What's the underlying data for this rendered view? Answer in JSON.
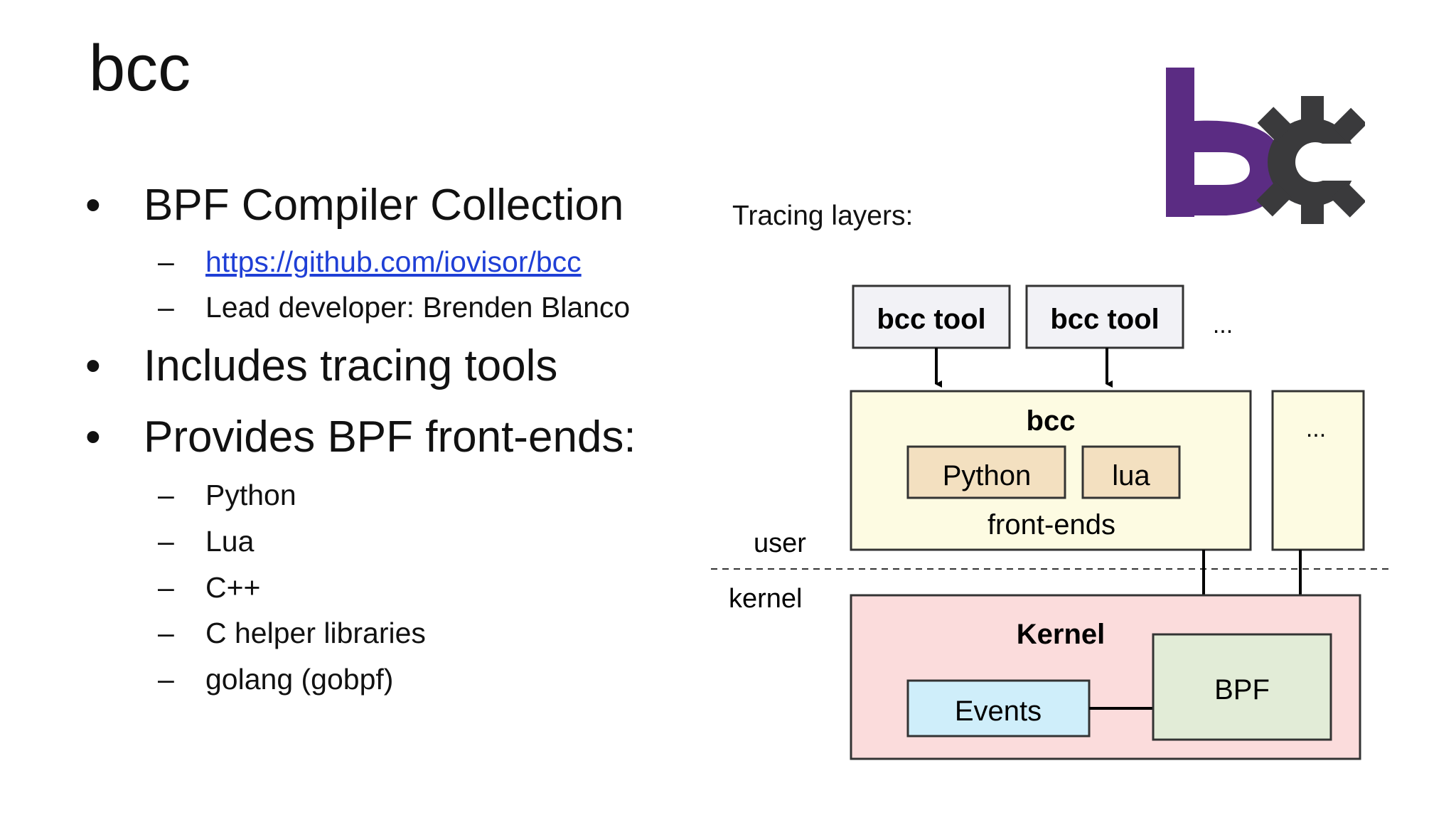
{
  "slide": {
    "title": "bcc",
    "bullets": [
      {
        "text": "BPF Compiler Collection",
        "subs": [
          "https://github.com/iovisor/bcc",
          "Lead developer: Brenden Blanco"
        ]
      },
      {
        "text": "Includes tracing tools",
        "subs": []
      },
      {
        "text": "Provides BPF front-ends:",
        "subs": [
          "Python",
          "Lua",
          "C++",
          "C helper libraries",
          "golang (gobpf)"
        ]
      }
    ],
    "bullet_symbol": "•",
    "sub_symbol": "–"
  },
  "logo": {
    "icon": "bcc-gear-logo",
    "colors": {
      "b": "#5b2c83",
      "gear": "#3a3a3c"
    }
  },
  "diagram": {
    "heading": "Tracing layers:",
    "tool1": "bcc tool",
    "tool2": "bcc tool",
    "tools_more": "...",
    "bcc_label": "bcc",
    "python": "Python",
    "lua": "lua",
    "front_ends": "front-ends",
    "other_more": "...",
    "user_label": "user",
    "kernel_label": "kernel",
    "kernel_box": "Kernel",
    "events": "Events",
    "bpf": "BPF",
    "colors": {
      "tool_fill": "#f2f2f6",
      "bcc_fill": "#fdfbe2",
      "lang_fill": "#f3e0c0",
      "kernel_fill": "#fbdcdc",
      "events_fill": "#cfeefa",
      "bpf_fill": "#e2ecd7"
    }
  }
}
